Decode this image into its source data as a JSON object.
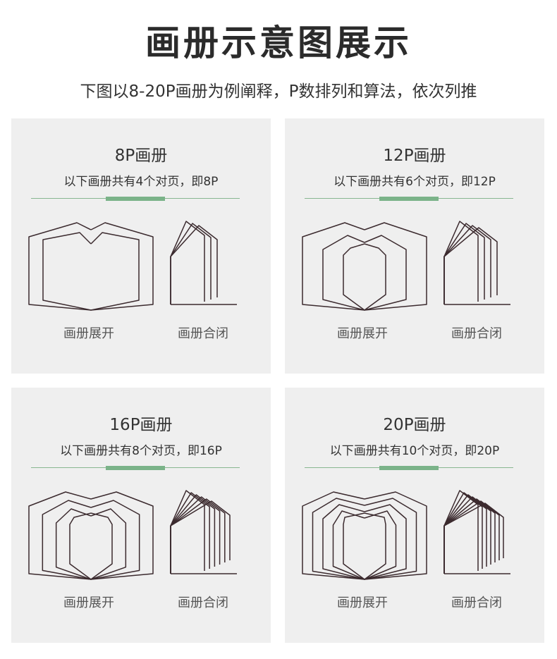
{
  "header": {
    "title": "画册示意图展示",
    "subtitle": "下图以8-20P画册为例阐释，P数排列和算法，依次列推"
  },
  "colors": {
    "accent": "#7bb389",
    "line": "#3b2a2e",
    "card_bg": "#efefef"
  },
  "cards": [
    {
      "title": "8P画册",
      "subtitle": "以下画册共有4个对页，即8P",
      "spreads": 4,
      "open_label": "画册展开",
      "closed_label": "画册合闭"
    },
    {
      "title": "12P画册",
      "subtitle": "以下画册共有6个对页，即12P",
      "spreads": 6,
      "open_label": "画册展开",
      "closed_label": "画册合闭"
    },
    {
      "title": "16P画册",
      "subtitle": "以下画册共有8个对页，即16P",
      "spreads": 8,
      "open_label": "画册展开",
      "closed_label": "画册合闭"
    },
    {
      "title": "20P画册",
      "subtitle": "以下画册共有10个对页，即20P",
      "spreads": 10,
      "open_label": "画册展开",
      "closed_label": "画册合闭"
    }
  ]
}
